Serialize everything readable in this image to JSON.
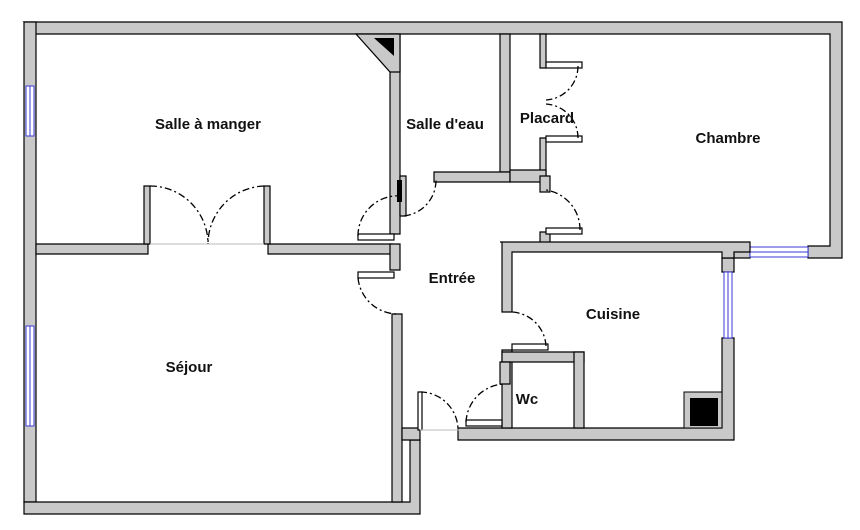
{
  "plan": {
    "rooms": {
      "salle_a_manger": "Salle à manger",
      "salle_d_eau": "Salle d'eau",
      "placard": "Placard",
      "chambre": "Chambre",
      "entree": "Entrée",
      "cuisine": "Cuisine",
      "sejour": "Séjour",
      "wc": "Wc"
    },
    "colors": {
      "wall_fill": "#c9c9c9",
      "wall_stroke": "#000000",
      "window": "#3a3ad6",
      "fixture": "#000000"
    }
  }
}
